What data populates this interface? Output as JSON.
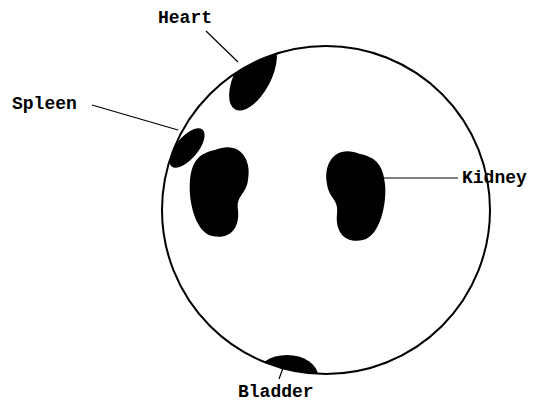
{
  "diagram": {
    "labels": [
      "Heart",
      "Spleen",
      "Kidney",
      "Bladder"
    ]
  }
}
